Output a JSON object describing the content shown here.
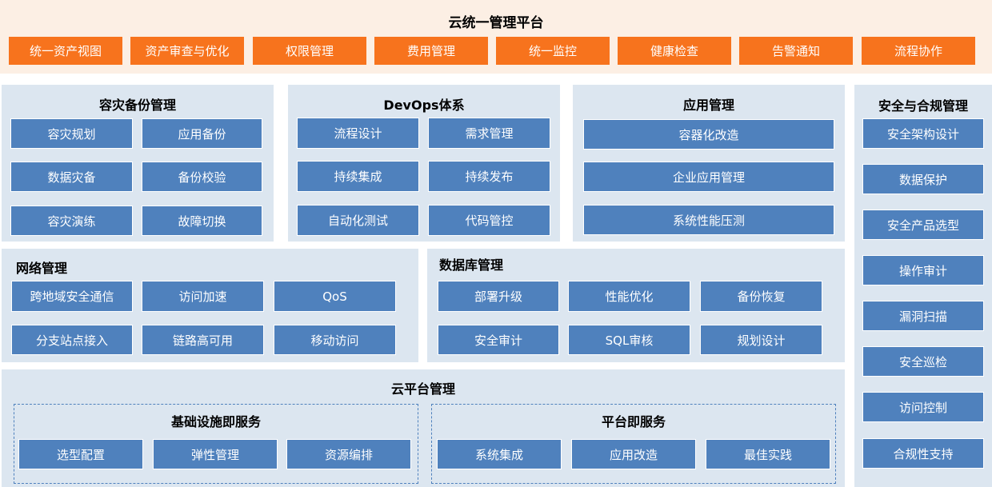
{
  "header": {
    "title": "云统一管理平台",
    "items": [
      "统一资产视图",
      "资产审查与优化",
      "权限管理",
      "费用管理",
      "统一监控",
      "健康检查",
      "告警通知",
      "流程协作"
    ]
  },
  "disaster_recovery": {
    "title": "容灾备份管理",
    "items": [
      "容灾规划",
      "应用备份",
      "数据灾备",
      "备份校验",
      "容灾演练",
      "故障切换"
    ]
  },
  "devops": {
    "title": "DevOps体系",
    "items": [
      "流程设计",
      "需求管理",
      "持续集成",
      "持续发布",
      "自动化测试",
      "代码管控"
    ]
  },
  "app_mgmt": {
    "title": "应用管理",
    "items": [
      "容器化改造",
      "企业应用管理",
      "系统性能压测"
    ]
  },
  "security": {
    "title": "安全与合规管理",
    "items": [
      "安全架构设计",
      "数据保护",
      "安全产品选型",
      "操作审计",
      "漏洞扫描",
      "安全巡检",
      "访问控制",
      "合规性支持"
    ]
  },
  "network": {
    "title": "网络管理",
    "items": [
      "跨地域安全通信",
      "访问加速",
      "QoS",
      "分支站点接入",
      "链路高可用",
      "移动访问"
    ]
  },
  "database": {
    "title": "数据库管理",
    "items": [
      "部署升级",
      "性能优化",
      "备份恢复",
      "安全审计",
      "SQL审核",
      "规划设计"
    ]
  },
  "cloud_platform": {
    "title": "云平台管理",
    "iaas": {
      "title": "基础设施即服务",
      "items": [
        "选型配置",
        "弹性管理",
        "资源编排"
      ]
    },
    "paas": {
      "title": "平台即服务",
      "items": [
        "系统集成",
        "应用改造",
        "最佳实践"
      ]
    }
  }
}
